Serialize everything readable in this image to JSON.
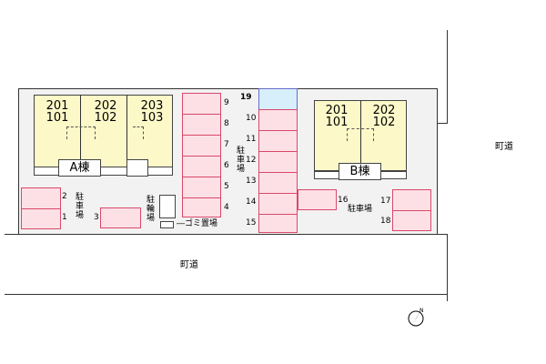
{
  "roads": {
    "bottom": "町道",
    "right": "町道"
  },
  "building_a": {
    "name": "A棟",
    "units": [
      [
        "201",
        "101"
      ],
      [
        "202",
        "102"
      ],
      [
        "203",
        "103"
      ]
    ]
  },
  "building_b": {
    "name": "B棟",
    "units": [
      [
        "201",
        "101"
      ],
      [
        "202",
        "102"
      ]
    ]
  },
  "parking_label": "駐車場",
  "bike_label": "駐輪場",
  "garbage_label": "ゴミ置場",
  "column_left": [
    "9",
    "8",
    "7",
    "6",
    "5",
    "4"
  ],
  "column_mid": [
    "19",
    "10",
    "11",
    "12",
    "13",
    "14",
    "15"
  ],
  "slots": {
    "s1": "1",
    "s2": "2",
    "s3": "3",
    "s16": "16",
    "s17": "17",
    "s18": "18"
  },
  "colors": {
    "slot": "#fde0e6",
    "slot_border": "#d9486a",
    "highlight": "#d6effa",
    "building": "#fdf8c8"
  }
}
